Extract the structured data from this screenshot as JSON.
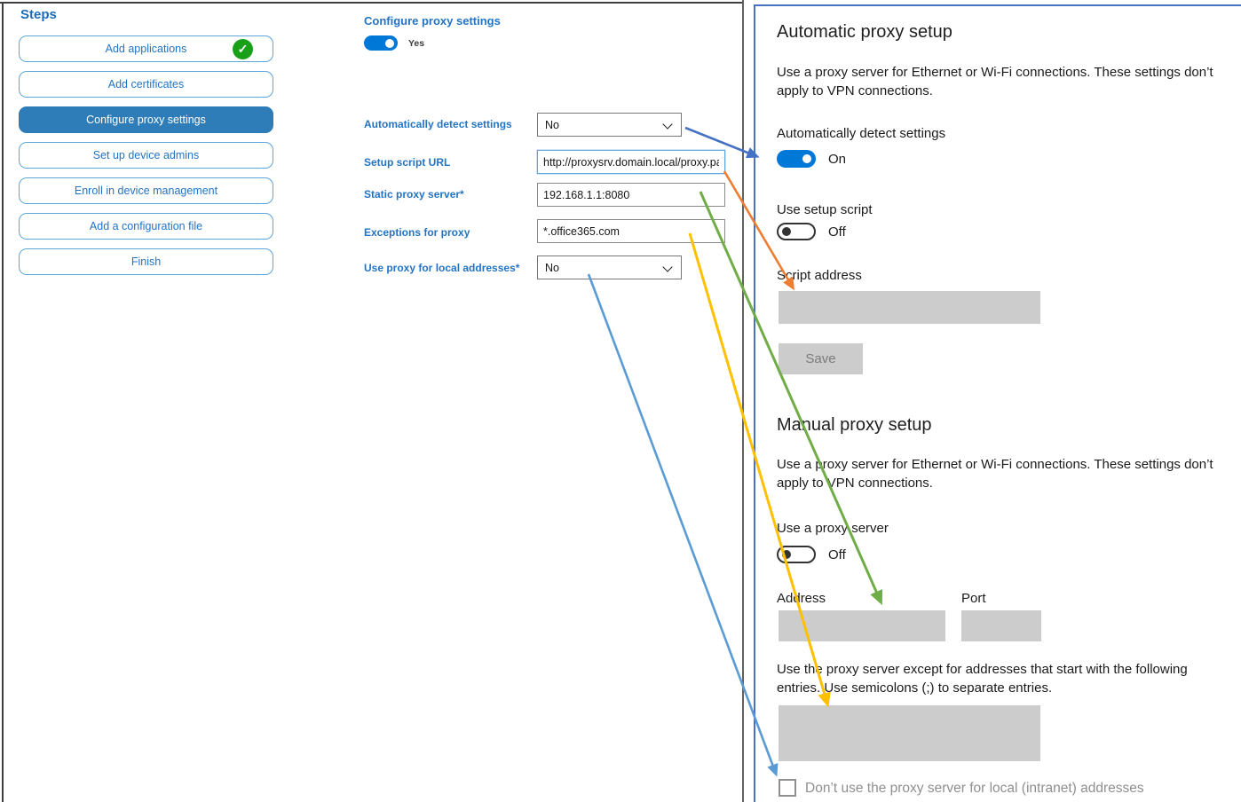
{
  "sidebar": {
    "title": "Steps",
    "items": [
      {
        "label": "Add applications",
        "status": "complete"
      },
      {
        "label": "Add certificates",
        "status": "normal"
      },
      {
        "label": "Configure proxy settings",
        "status": "selected"
      },
      {
        "label": "Set up device admins",
        "status": "normal"
      },
      {
        "label": "Enroll in device management",
        "status": "normal"
      },
      {
        "label": "Add a configuration file",
        "status": "normal"
      },
      {
        "label": "Finish",
        "status": "normal"
      }
    ]
  },
  "form": {
    "title": "Configure proxy settings",
    "enable_toggle_state": "Yes",
    "fields": [
      {
        "label": "Automatically detect settings",
        "type": "select",
        "value": "No"
      },
      {
        "label": "Setup script URL",
        "type": "text",
        "value": "http://proxysrv.domain.local/proxy.pa"
      },
      {
        "label": "Static proxy server*",
        "type": "text",
        "value": "192.168.1.1:8080"
      },
      {
        "label": "Exceptions for proxy",
        "type": "text",
        "value": "*.office365.com"
      },
      {
        "label": "Use proxy for local addresses*",
        "type": "select",
        "value": "No"
      }
    ]
  },
  "settings_panel": {
    "automatic": {
      "heading": "Automatic proxy setup",
      "description": "Use a proxy server for Ethernet or Wi-Fi connections. These settings don’t apply to VPN connections.",
      "detect_label": "Automatically detect settings",
      "detect_state": "On",
      "script_toggle_label": "Use setup script",
      "script_state": "Off",
      "script_address_label": "Script address",
      "save_button": "Save"
    },
    "manual": {
      "heading": "Manual proxy setup",
      "description": "Use a proxy server for Ethernet or Wi-Fi connections. These settings don’t apply to VPN connections.",
      "proxy_toggle_label": "Use a proxy server",
      "proxy_state": "Off",
      "address_label": "Address",
      "port_label": "Port",
      "exceptions_help": "Use the proxy server except for addresses that start with the following entries. Use semicolons (;) to separate entries.",
      "local_checkbox_label": "Don’t use the proxy server for local (intranet) addresses"
    }
  },
  "icons": {
    "check": "✓"
  },
  "colors": {
    "accent": "#0078d7",
    "panel_border": "#4472c4",
    "selected_step": "#2e7cb8",
    "step_text": "#2374c4",
    "complete_green": "#18a018",
    "arrow_detect": "#4472c4",
    "arrow_script": "#ed7d31",
    "arrow_static": "#70ad47",
    "arrow_exceptions": "#ffc000",
    "arrow_local": "#5b9bd5"
  }
}
